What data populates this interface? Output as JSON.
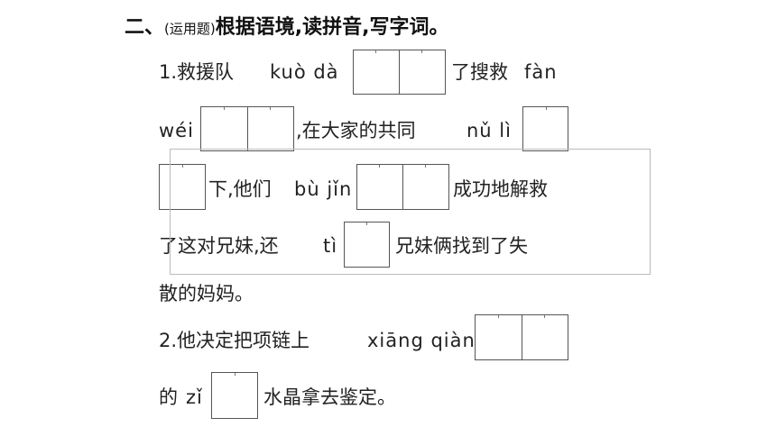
{
  "heading": {
    "main": "二、",
    "note": "(运用题)",
    "rest": "根据语境,读拼音,写字词。"
  },
  "q1": {
    "number": "1.",
    "line1": {
      "pre": "救援队",
      "py1": "kuò dà",
      "post": "了搜救",
      "py2": "fàn"
    },
    "line2": {
      "py1": "wéi",
      "mid": ",在大家的共同",
      "py2": "nǔ lì"
    },
    "line3": {
      "pre": "下,他们",
      "py": "bù jǐn",
      "post": "成功地解救"
    },
    "line4": {
      "pre": "了这对兄妹,还",
      "py": "tì",
      "post": "兄妹俩找到了失"
    },
    "line5": {
      "text": "散的妈妈。"
    }
  },
  "q2": {
    "number": "2.",
    "line1": {
      "pre": "他决定把项链上",
      "py": "xiāng qiàn"
    },
    "line2": {
      "pre": "的",
      "py": "zǐ",
      "post": "水晶拿去鉴定。"
    }
  }
}
